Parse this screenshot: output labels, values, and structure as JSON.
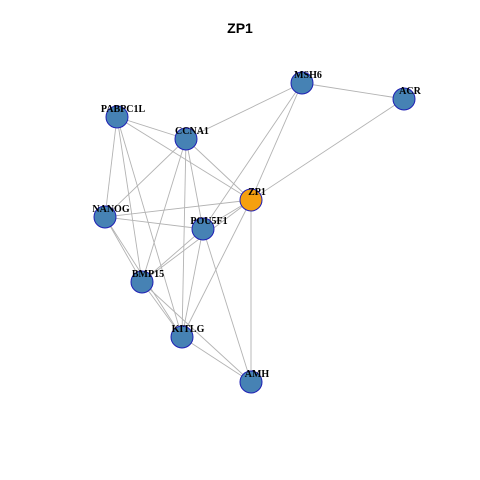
{
  "title": "ZP1",
  "colors": {
    "hub_fill": "#f5a00f",
    "node_fill": "#4682b4",
    "node_stroke": "#1f1fb4",
    "edge": "#b3b3b3"
  },
  "nodes": [
    {
      "id": "ZP1",
      "label": "ZP1",
      "hub": true
    },
    {
      "id": "MSH6",
      "label": "MSH6",
      "hub": false
    },
    {
      "id": "ACR",
      "label": "ACR",
      "hub": false
    },
    {
      "id": "PABPC1L",
      "label": "PABPC1L",
      "hub": false
    },
    {
      "id": "CCNA1",
      "label": "CCNA1",
      "hub": false
    },
    {
      "id": "NANOG",
      "label": "NANOG",
      "hub": false
    },
    {
      "id": "POU5F1",
      "label": "POU5F1",
      "hub": false
    },
    {
      "id": "BMP15",
      "label": "BMP15",
      "hub": false
    },
    {
      "id": "KITLG",
      "label": "KITLG",
      "hub": false
    },
    {
      "id": "AMH",
      "label": "AMH",
      "hub": false
    }
  ],
  "edges": [
    [
      "MSH6",
      "ACR"
    ],
    [
      "MSH6",
      "CCNA1"
    ],
    [
      "MSH6",
      "ZP1"
    ],
    [
      "MSH6",
      "POU5F1"
    ],
    [
      "ACR",
      "ZP1"
    ],
    [
      "PABPC1L",
      "CCNA1"
    ],
    [
      "PABPC1L",
      "ZP1"
    ],
    [
      "PABPC1L",
      "NANOG"
    ],
    [
      "PABPC1L",
      "BMP15"
    ],
    [
      "PABPC1L",
      "KITLG"
    ],
    [
      "CCNA1",
      "ZP1"
    ],
    [
      "CCNA1",
      "NANOG"
    ],
    [
      "CCNA1",
      "POU5F1"
    ],
    [
      "CCNA1",
      "BMP15"
    ],
    [
      "CCNA1",
      "KITLG"
    ],
    [
      "NANOG",
      "ZP1"
    ],
    [
      "NANOG",
      "POU5F1"
    ],
    [
      "NANOG",
      "BMP15"
    ],
    [
      "NANOG",
      "KITLG"
    ],
    [
      "POU5F1",
      "ZP1"
    ],
    [
      "POU5F1",
      "BMP15"
    ],
    [
      "POU5F1",
      "KITLG"
    ],
    [
      "POU5F1",
      "AMH"
    ],
    [
      "ZP1",
      "BMP15"
    ],
    [
      "ZP1",
      "KITLG"
    ],
    [
      "ZP1",
      "AMH"
    ],
    [
      "BMP15",
      "KITLG"
    ],
    [
      "BMP15",
      "AMH"
    ],
    [
      "KITLG",
      "AMH"
    ]
  ]
}
